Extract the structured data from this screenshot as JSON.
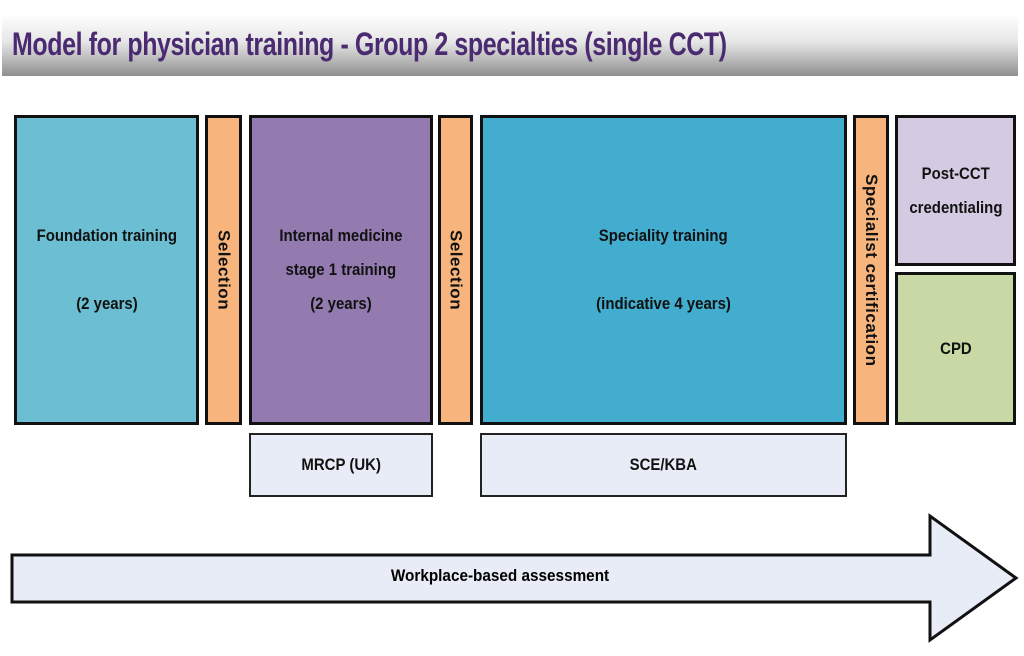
{
  "title": "Model for physician training - Group 2 specialties (single CCT)",
  "stages": {
    "foundation": {
      "line1": "Foundation training",
      "line2": "(2 years)"
    },
    "selection1": "Selection",
    "internal_medicine": {
      "line1": "Internal medicine",
      "line2": "stage 1 training",
      "line3": "(2 years)"
    },
    "selection2": "Selection",
    "speciality": {
      "line1": "Speciality training",
      "line2": "(indicative 4 years)"
    },
    "specialist_certification": "Specialist certification",
    "post_cct": {
      "line1": "Post-CCT",
      "line2": "credentialing"
    },
    "cpd": "CPD"
  },
  "assessments": {
    "mrcp": "MRCP (UK)",
    "sce": "SCE/KBA"
  },
  "arrow_label": "Workplace-based assessment",
  "colors": {
    "foundation": "#6cbfd2",
    "selection": "#f7b47c",
    "internal_medicine": "#937bb0",
    "speciality": "#43adcf",
    "post_cct": "#d4cbe2",
    "cpd": "#c9d9a6",
    "label_box": "#e8ecf6",
    "title": "#4a2a70"
  }
}
